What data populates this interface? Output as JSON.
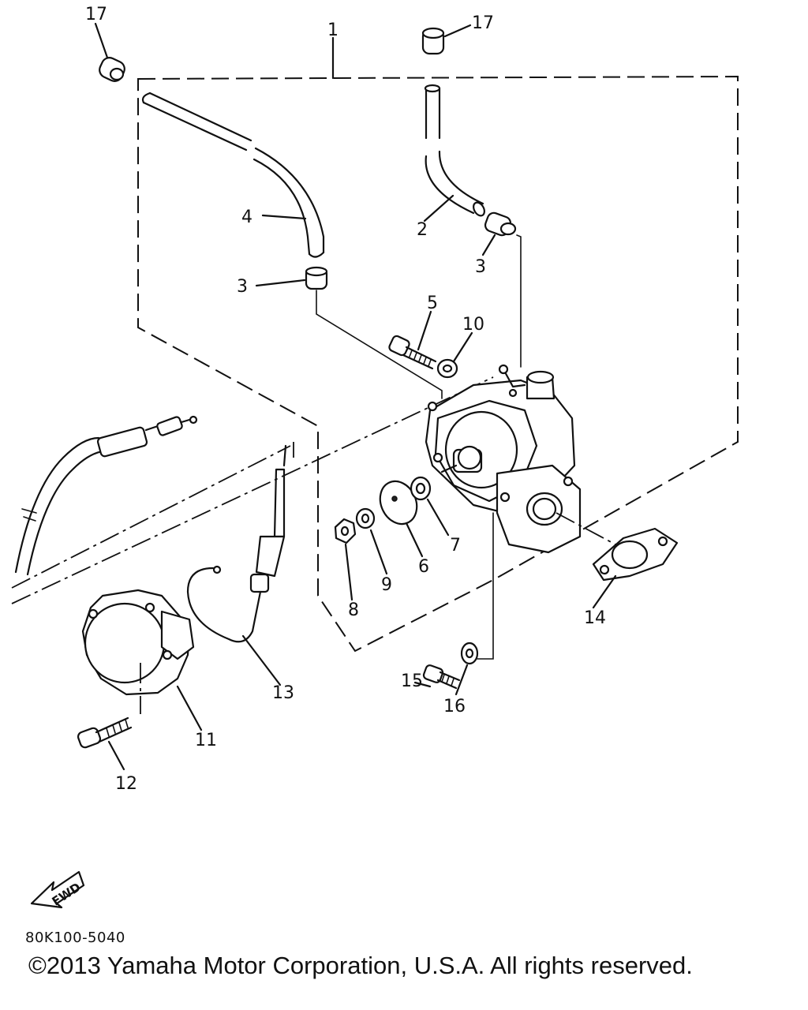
{
  "callouts": [
    {
      "id": "c17a",
      "number": "17"
    },
    {
      "id": "c17b",
      "number": "17"
    },
    {
      "id": "c1",
      "number": "1"
    },
    {
      "id": "c4",
      "number": "4"
    },
    {
      "id": "c3a",
      "number": "3"
    },
    {
      "id": "c2",
      "number": "2"
    },
    {
      "id": "c3b",
      "number": "3"
    },
    {
      "id": "c5",
      "number": "5"
    },
    {
      "id": "c10",
      "number": "10"
    },
    {
      "id": "c6",
      "number": "6"
    },
    {
      "id": "c7",
      "number": "7"
    },
    {
      "id": "c8",
      "number": "8"
    },
    {
      "id": "c9",
      "number": "9"
    },
    {
      "id": "c14",
      "number": "14"
    },
    {
      "id": "c15",
      "number": "15"
    },
    {
      "id": "c16",
      "number": "16"
    },
    {
      "id": "c13",
      "number": "13"
    },
    {
      "id": "c11",
      "number": "11"
    },
    {
      "id": "c12",
      "number": "12"
    }
  ],
  "fwd_label": "FWD",
  "diagram_ref": "80K100-5040",
  "copyright": "©2013 Yamaha Motor Corporation, U.S.A. All rights reserved."
}
